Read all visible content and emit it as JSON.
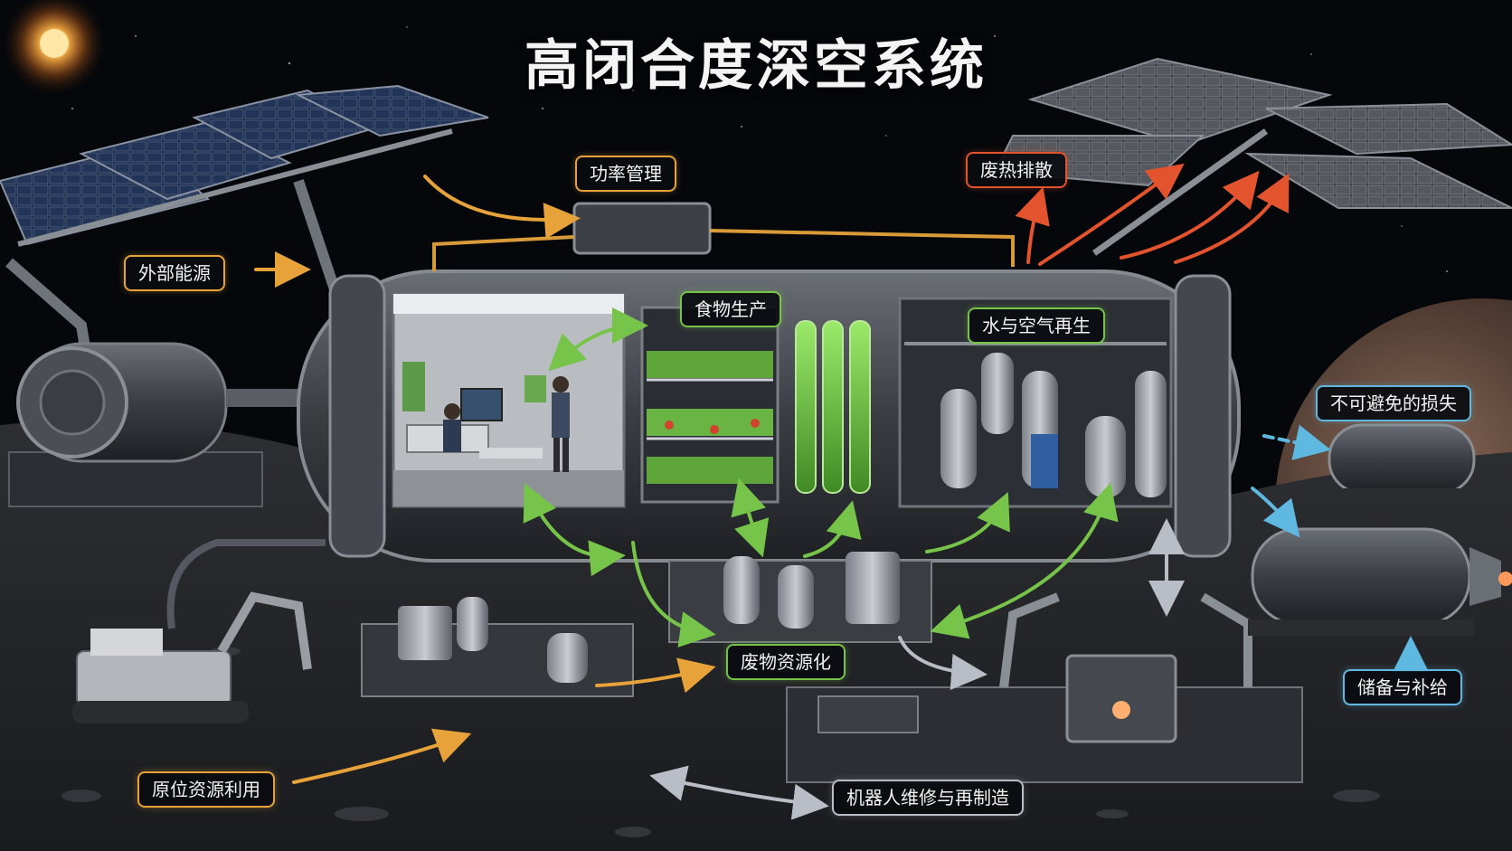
{
  "title": "高闭合度深空系统",
  "labels": {
    "power_mgmt": "功率管理",
    "waste_heat": "废热排散",
    "external_energy": "外部能源",
    "food_production": "食物生产",
    "water_air_regen": "水与空气再生",
    "unavoidable_loss": "不可避免的损失",
    "waste_resource": "废物资源化",
    "reserve_resupply": "储备与补给",
    "isru": "原位资源利用",
    "robotic_repair": "机器人维修与再制造"
  },
  "colors": {
    "energy": "#e8a23a",
    "heat": "#e2532e",
    "life_loop": "#77c44a",
    "logistics": "#5fb8e0",
    "maintenance": "#b9bec6"
  }
}
